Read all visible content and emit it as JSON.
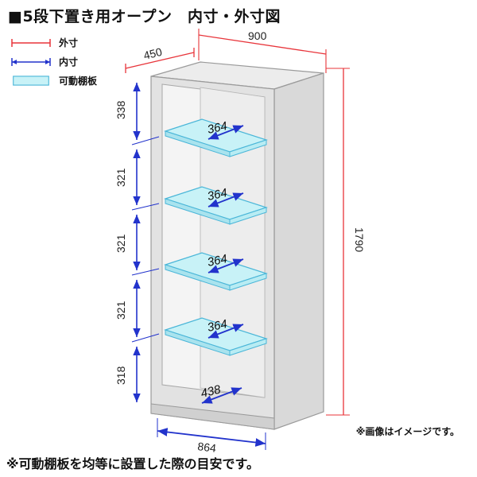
{
  "title": "■5段下置き用オープン　内寸・外寸図",
  "legend": {
    "outer_label": "外寸",
    "inner_label": "内寸",
    "shelf_label": "可動棚板"
  },
  "dimensions": {
    "depth": "450",
    "width": "900",
    "height": "1790",
    "inner_width": "864",
    "shelf_width": "364",
    "bottom_depth": "438",
    "gaps": [
      "338",
      "321",
      "321",
      "321",
      "318"
    ]
  },
  "notes": {
    "image_note": "※画像はイメージです。",
    "bottom_note": "※可動棚板を均等に設置した際の目安です。"
  },
  "colors": {
    "outer": "#e8343a",
    "inner": "#2233cc",
    "shelf_fill": "#c8f2f7",
    "shelf_stroke": "#4ab6d8",
    "cabinet": "#dcdcdc",
    "cabinet_stroke": "#9a9a9a"
  }
}
